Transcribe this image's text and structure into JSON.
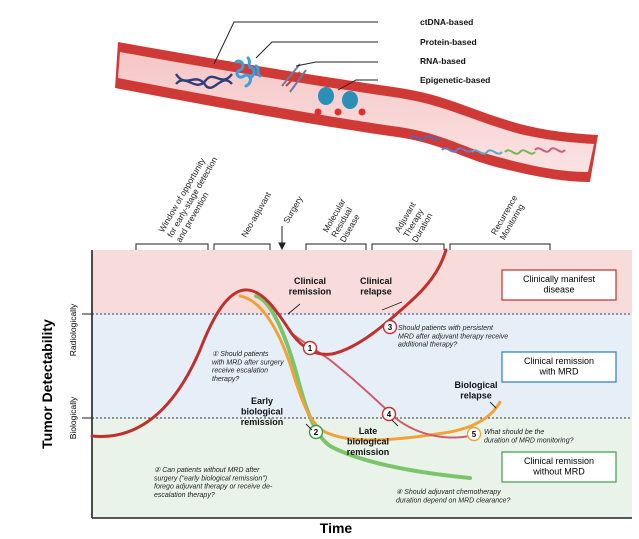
{
  "biomarkers": {
    "ctdna": "ctDNA-based",
    "protein": "Protein-based",
    "rna": "RNA-based",
    "epigenetic": "Epigenetic-based"
  },
  "phases": [
    "Window of opportunity\nfor early-stage detection\nand prevention",
    "Neo-adjuvant",
    "Surgery",
    "Molecular\nResidual\nDisease",
    "Adjuvant\nTherapy\nDuration",
    "Recurrence\nMonitoring"
  ],
  "axes": {
    "y_title": "Tumor Detectability",
    "x_title": "Time",
    "y_upper": "Radiologically",
    "y_lower": "Biologically"
  },
  "zones": {
    "manifest": "Clinically manifest\ndisease",
    "remission_mrd": "Clinical remission\nwith MRD",
    "remission_no_mrd": "Clinical remission\nwithout MRD"
  },
  "curve_labels": {
    "clinical_remission": "Clinical\nremission",
    "clinical_relapse": "Clinical\nrelapse",
    "biological_relapse": "Biological\nrelapse",
    "early_bio_remission": "Early\nbiological\nremission",
    "late_bio_remission": "Late\nbiological\nremission"
  },
  "questions": {
    "q1": "Should patients\nwith MRD after surgery\nreceive escalation\ntherapy?",
    "q2": "Can patients without MRD after\nsurgery (\"early biological remission\")\nforego adjuvant therapy or receive de-\nescalation therapy?",
    "q3": "Should patients with persistent\nMRD after adjuvant therapy receive\nadditional therapy?",
    "q4": "Should adjuvant chemotherapy\nduration depend on MRD clearance?",
    "q5": "What should be the\nduration of MRD monitoring?"
  },
  "markers": [
    "1",
    "2",
    "3",
    "4",
    "5"
  ],
  "colors": {
    "manifest_bg": "#f8dcdc",
    "mrd_bg": "#e6eef8",
    "no_mrd_bg": "#e9f3ea",
    "red": "#c0302c",
    "blue": "#2a7bc0",
    "green": "#3a9e48",
    "orange": "#f0a23a"
  }
}
